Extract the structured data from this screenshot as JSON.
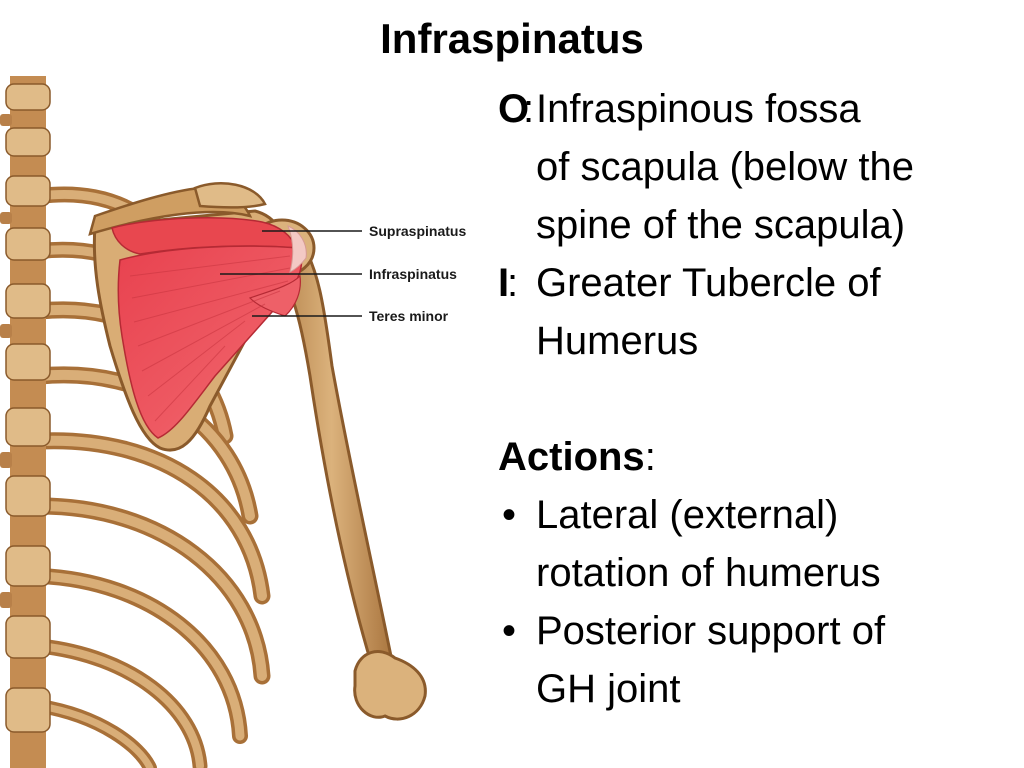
{
  "title": "Infraspinatus",
  "figure": {
    "labels": {
      "supraspinatus": "Supraspinatus",
      "infraspinatus": "Infraspinatus",
      "teres_minor": "Teres minor"
    },
    "colors": {
      "bone": "#c8955a",
      "bone_light": "#dbb27c",
      "bone_dark": "#8a5a2b",
      "muscle": "#e63d4a",
      "muscle_light": "#f07880",
      "tendon": "#f3c9c4"
    }
  },
  "origin": {
    "key": "O",
    "sep": ":",
    "lines": [
      "Infraspinous fossa",
      "of scapula (below the",
      "spine of the scapula)"
    ]
  },
  "insertion": {
    "key": "I",
    "sep": ":",
    "lines": [
      "Greater Tubercle of",
      "Humerus"
    ]
  },
  "actions": {
    "heading": "Actions",
    "sep": ":",
    "bullet_char": "•",
    "items": [
      {
        "lines": [
          "Lateral (external)",
          "rotation of humerus"
        ]
      },
      {
        "lines": [
          "Posterior support of",
          "GH joint"
        ]
      }
    ]
  }
}
